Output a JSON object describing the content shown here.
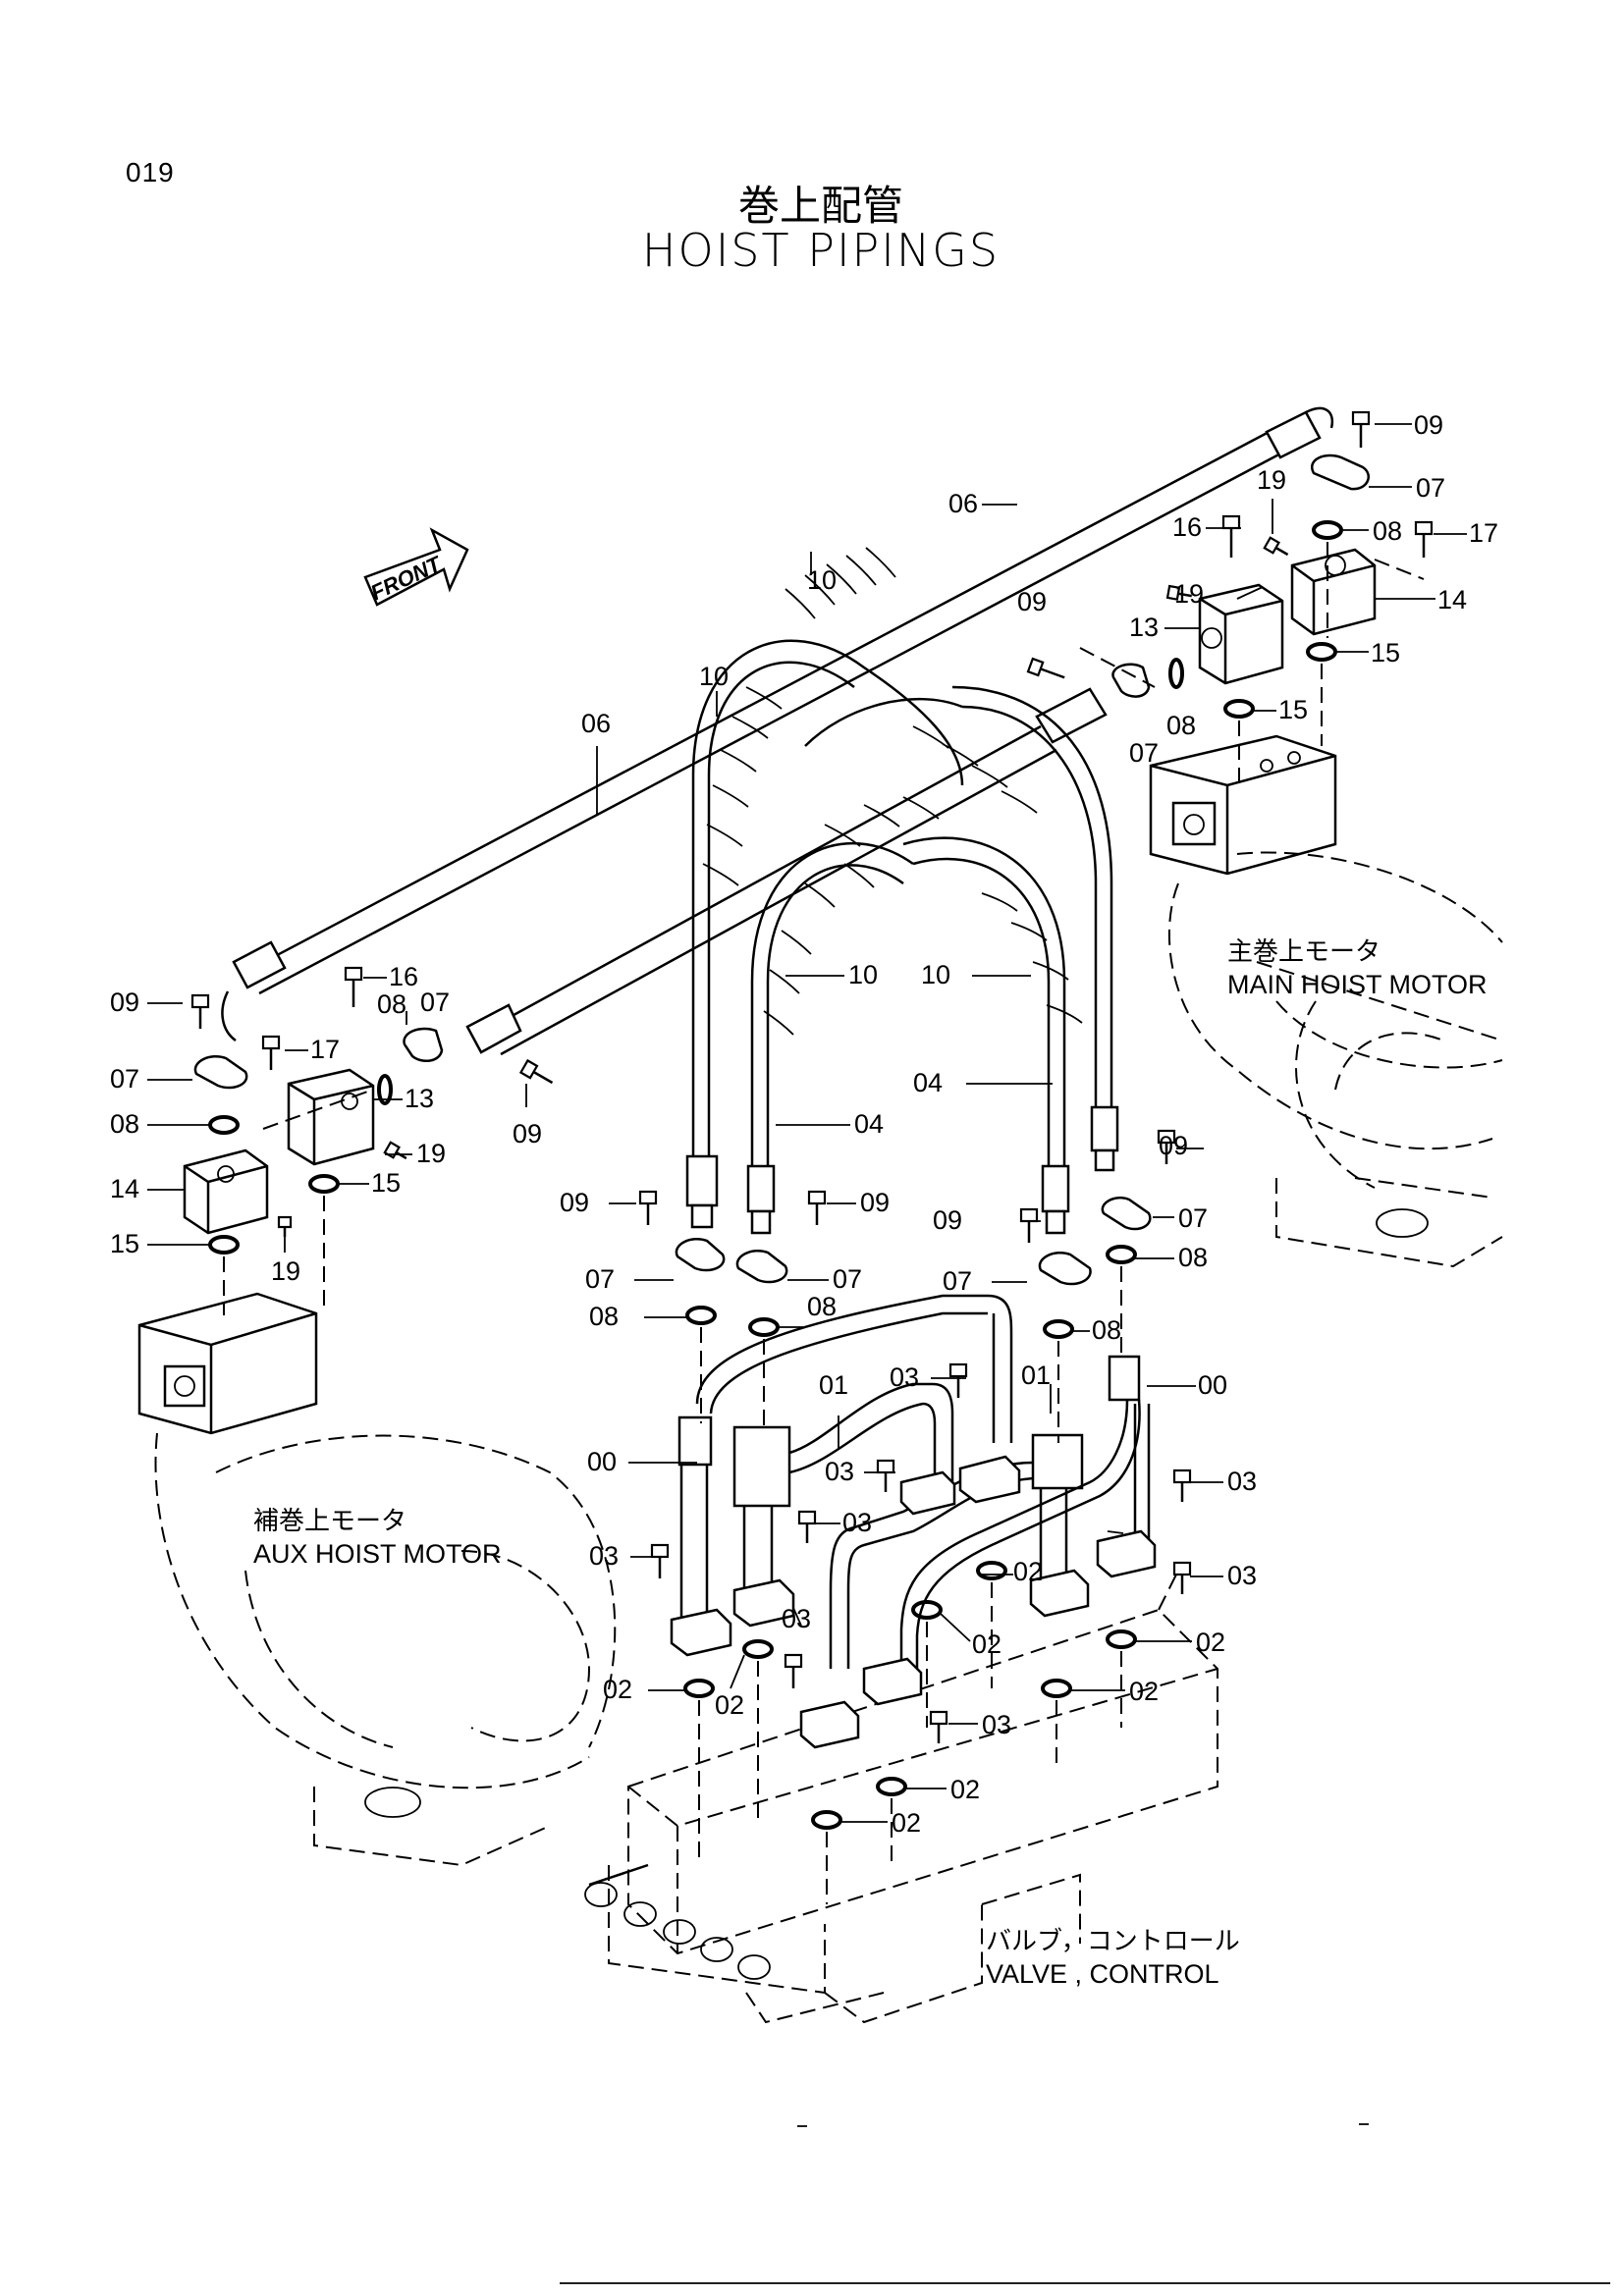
{
  "page": {
    "number": "019"
  },
  "title": {
    "jp": "巻上配管",
    "en": "HOIST PIPINGS"
  },
  "front_sign": "FRONT",
  "captions": {
    "main_hoist_jp": "主巻上モータ",
    "main_hoist_en": "MAIN HOIST MOTOR",
    "aux_hoist_jp": "補巻上モータ",
    "aux_hoist_en": "AUX  HOIST  MOTOR",
    "valve_jp": "バルブ，コントロール",
    "valve_en": "VALVE , CONTROL"
  },
  "callouts": {
    "c00": "00",
    "c01": "01",
    "c02": "02",
    "c03": "03",
    "c04": "04",
    "c06": "06",
    "c07": "07",
    "c08": "08",
    "c09": "09",
    "c10": "10",
    "c13": "13",
    "c14": "14",
    "c15": "15",
    "c16": "16",
    "c17": "17",
    "c19": "19"
  }
}
